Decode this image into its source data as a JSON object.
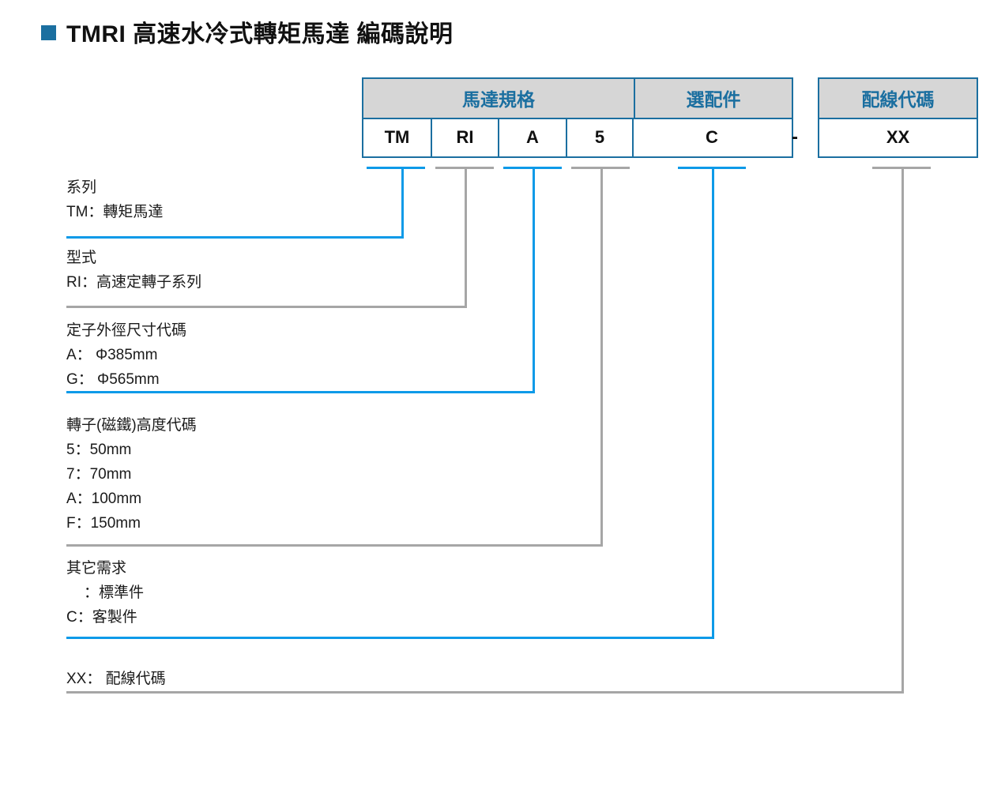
{
  "title": {
    "bullet": "square-bullet",
    "text": "TMRI 高速水冷式轉矩馬達 編碼說明"
  },
  "code_table": {
    "headers": [
      {
        "label": "馬達規格",
        "span": 4
      },
      {
        "label": "選配件",
        "span": 1
      }
    ],
    "cells": [
      "TM",
      "RI",
      "A",
      "5",
      "C"
    ],
    "separator": "-",
    "wiring": {
      "header": "配線代碼",
      "cell": "XX"
    }
  },
  "legend": [
    {
      "key": "series",
      "title": "系列",
      "items": [
        "TM：轉矩馬達"
      ],
      "leader_color": "#0d9ae8"
    },
    {
      "key": "type",
      "title": "型式",
      "items": [
        "RI：高速定轉子系列"
      ],
      "leader_color": "#a6a6a6"
    },
    {
      "key": "stator-outer-diameter",
      "title": "定子外徑尺寸代碼",
      "items": [
        "A： Φ385mm",
        "G： Φ565mm"
      ],
      "leader_color": "#0d9ae8"
    },
    {
      "key": "rotor-magnet-height",
      "title": "轉子(磁鐵)高度代碼",
      "items": [
        "5：50mm",
        "7：70mm",
        "A：100mm",
        "F：150mm"
      ],
      "leader_color": "#a6a6a6"
    },
    {
      "key": "other-requirements",
      "title": "其它需求",
      "items": [
        "：標準件",
        "C：客製件"
      ],
      "leader_color": "#0d9ae8"
    },
    {
      "key": "wiring-code",
      "title": "",
      "items": [
        "XX： 配線代碼"
      ],
      "leader_color": "#a6a6a6"
    }
  ],
  "colors": {
    "brand_blue": "#1b6fa0",
    "leader_blue": "#0d9ae8",
    "leader_gray": "#a6a6a6",
    "header_fill": "#d6d6d6"
  }
}
